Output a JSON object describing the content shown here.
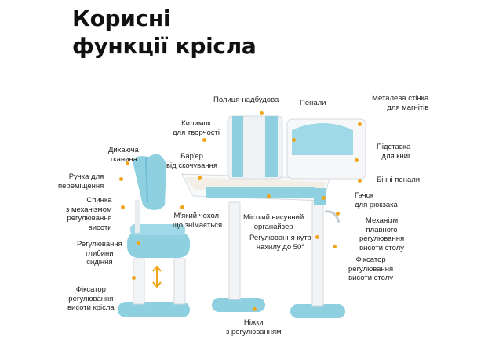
{
  "title": {
    "line1": "Корисні",
    "line2": "функції крісла"
  },
  "labels": {
    "shelf": "Полиця-надбудова",
    "pencil_cases": "Пенали",
    "metal_wall": [
      "Металева стінка",
      "для магнітів"
    ],
    "mat": [
      "Килимок",
      "для творчості"
    ],
    "breathable": [
      "Дихаюча",
      "тканина"
    ],
    "barrier": [
      "Бар'єр",
      "від скочування"
    ],
    "book_stand": [
      "Підставка",
      "для книг"
    ],
    "handle": [
      "Ручка для",
      "переміщення"
    ],
    "side_cases": "Бічні пенали",
    "backrest": [
      "Спинка",
      "з механізмом",
      "регулювання",
      "висоти"
    ],
    "hook": [
      "Гачок",
      "для рюкзака"
    ],
    "soft_cover": [
      "М'який чохол,",
      "що знімається"
    ],
    "organizer": [
      "Місткий висувний",
      "органайзер"
    ],
    "smooth_mech": [
      "Механізм",
      "плавного",
      "регулювання",
      "висоти столу"
    ],
    "depth": [
      "Регулювання",
      "глибини",
      "сидіння"
    ],
    "tilt": [
      "Регулювання кута",
      "нахилу до 50°"
    ],
    "desk_lock": [
      "Фіксатор",
      "регулювання",
      "висоти столу"
    ],
    "chair_lock": [
      "Фіксатор",
      "регулювання",
      "висоти крісла"
    ],
    "feet": [
      "Ніжки",
      "з регулюванням"
    ]
  },
  "colors": {
    "accent": "#f0a418",
    "furniture": "#8ecfe0",
    "furniture_dark": "#5fb3cc",
    "frame": "#e9edf0"
  }
}
